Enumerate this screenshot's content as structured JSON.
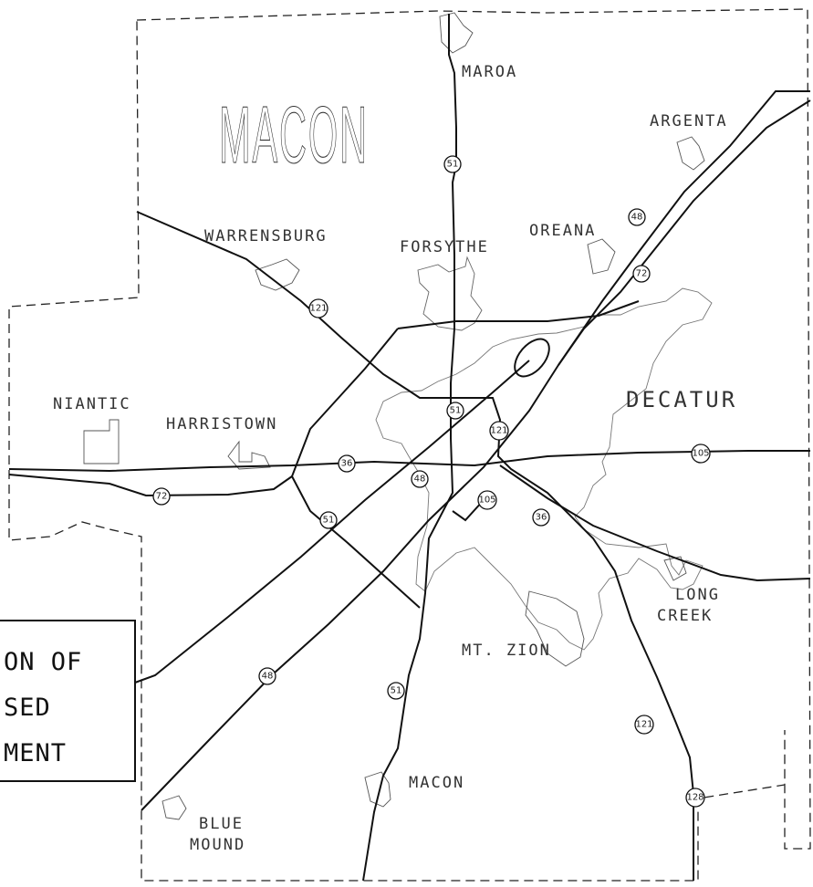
{
  "county_name": "MACON",
  "callout": {
    "lines": [
      "ON OF",
      "SED",
      "MENT"
    ]
  },
  "places": {
    "maroa": "MAROA",
    "argenta": "ARGENTA",
    "warrensburg": "WARRENSBURG",
    "forsythe": "FORSYTHE",
    "oreana": "OREANA",
    "niantic": "NIANTIC",
    "harristown": "HARRISTOWN",
    "decatur": "DECATUR",
    "long": "LONG",
    "creek": "CREEK",
    "mt_zion": "MT. ZION",
    "macon": "MACON",
    "blue": "BLUE",
    "mound": "MOUND"
  },
  "routes": {
    "r51a": "51",
    "r51b": "51",
    "r51c": "51",
    "r51d": "51",
    "r48a": "48",
    "r48b": "48",
    "r48c": "48",
    "r72a": "72",
    "r72b": "72",
    "r121a": "121",
    "r121b": "121",
    "r121c": "121",
    "r36a": "36",
    "r36b": "36",
    "r105a": "105",
    "r105b": "105",
    "r128": "128"
  },
  "colors": {
    "ink": "#111111",
    "paper": "#ffffff"
  }
}
